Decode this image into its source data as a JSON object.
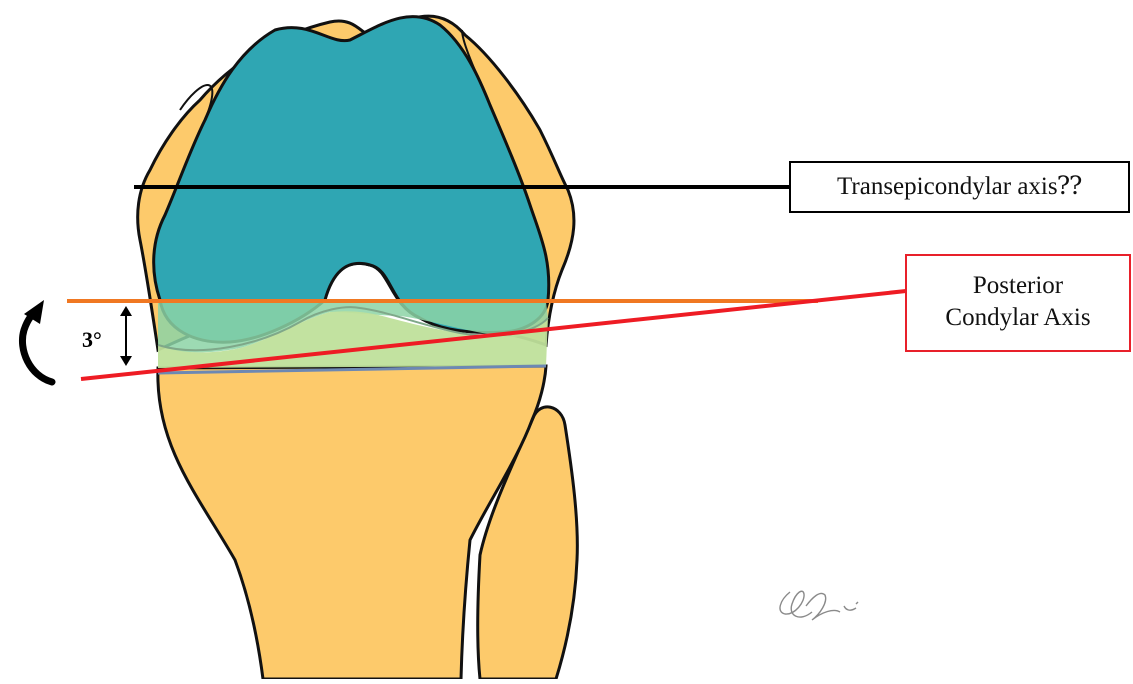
{
  "labels": {
    "transepicondylar_axis": "Transepicondylar axis⁇",
    "posterior_condylar_axis_line1": "Posterior",
    "posterior_condylar_axis_line2": "Condylar Axis",
    "rotation_angle": "3°"
  },
  "colors": {
    "bone": "#fdca6b",
    "femur_cartilage": "#2fa6b3",
    "posterior_condyle_highlight": "#8cd3a6",
    "tibial_plateau_highlight": "#bfe09b",
    "transepicondylar_line": "#000000",
    "posterior_condylar_line": "#ee1c24",
    "orange_reference_line": "#f07822",
    "tibial_cut_line": "#6d88b3"
  },
  "icons": {
    "rotation_arrow": "curved-arrow-icon",
    "measurement_arrow": "double-headed-arrow-icon",
    "signature": "signature-mark"
  }
}
